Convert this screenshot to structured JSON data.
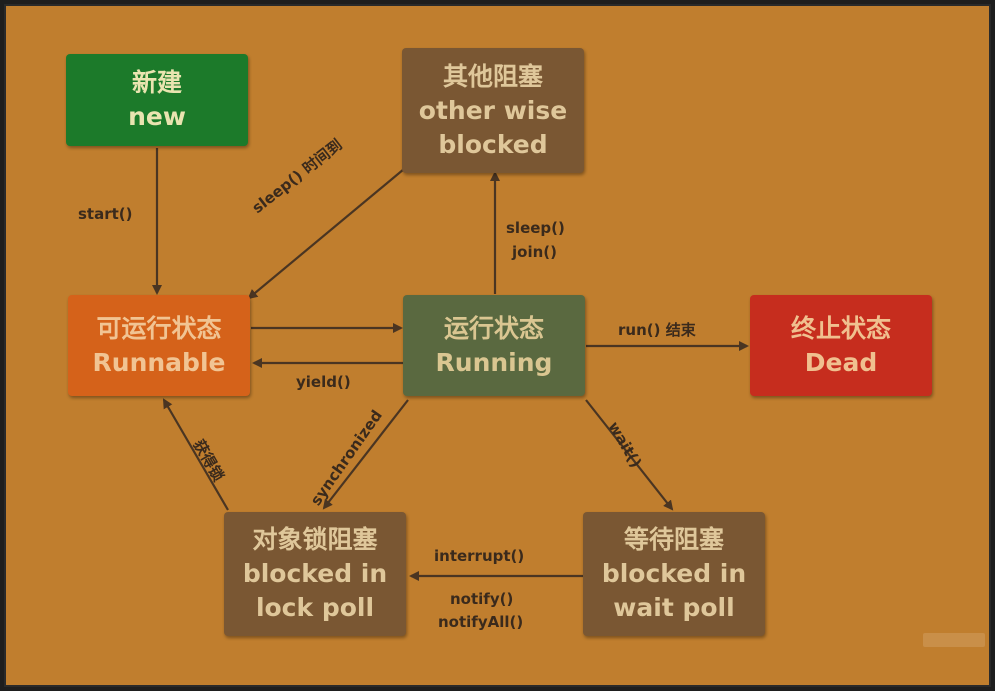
{
  "nodes": {
    "new": {
      "zh": "新建",
      "en": "new",
      "bg": "#1c7a2a",
      "fg": "#e9e4b0"
    },
    "other_blocked": {
      "zh": "其他阻塞",
      "en1": "other wise",
      "en2": "blocked",
      "bg": "#7a5733",
      "fg": "#dfc79a"
    },
    "runnable": {
      "zh": "可运行状态",
      "en": "Runnable",
      "bg": "#d5621a",
      "fg": "#f1c493"
    },
    "running": {
      "zh": "运行状态",
      "en": "Running",
      "bg": "#5a6940",
      "fg": "#dac691"
    },
    "dead": {
      "zh": "终止状态",
      "en": "Dead",
      "bg": "#c62d1e",
      "fg": "#f0c08f"
    },
    "lock_blocked": {
      "zh": "对象锁阻塞",
      "en1": "blocked in",
      "en2": "lock poll",
      "bg": "#7a5733",
      "fg": "#dfc79a"
    },
    "wait_blocked": {
      "zh": "等待阻塞",
      "en1": "blocked in",
      "en2": "wait poll",
      "bg": "#7a5733",
      "fg": "#dfc79a"
    }
  },
  "edges": {
    "start": "start()",
    "sleep_timeout": "sleep() 时间到",
    "sleep_join_1": "sleep()",
    "sleep_join_2": "join()",
    "run_end": "run() 结束",
    "yield": "yield()",
    "synchronized": "synchronized",
    "got_lock": "获得锁",
    "wait": "wait()",
    "interrupt": "interrupt()",
    "notify": "notify()",
    "notify_all": "notifyAll()"
  },
  "colors": {
    "background": "#c07e2e",
    "arrow": "#4a3522",
    "label": "#3a2a1c"
  }
}
